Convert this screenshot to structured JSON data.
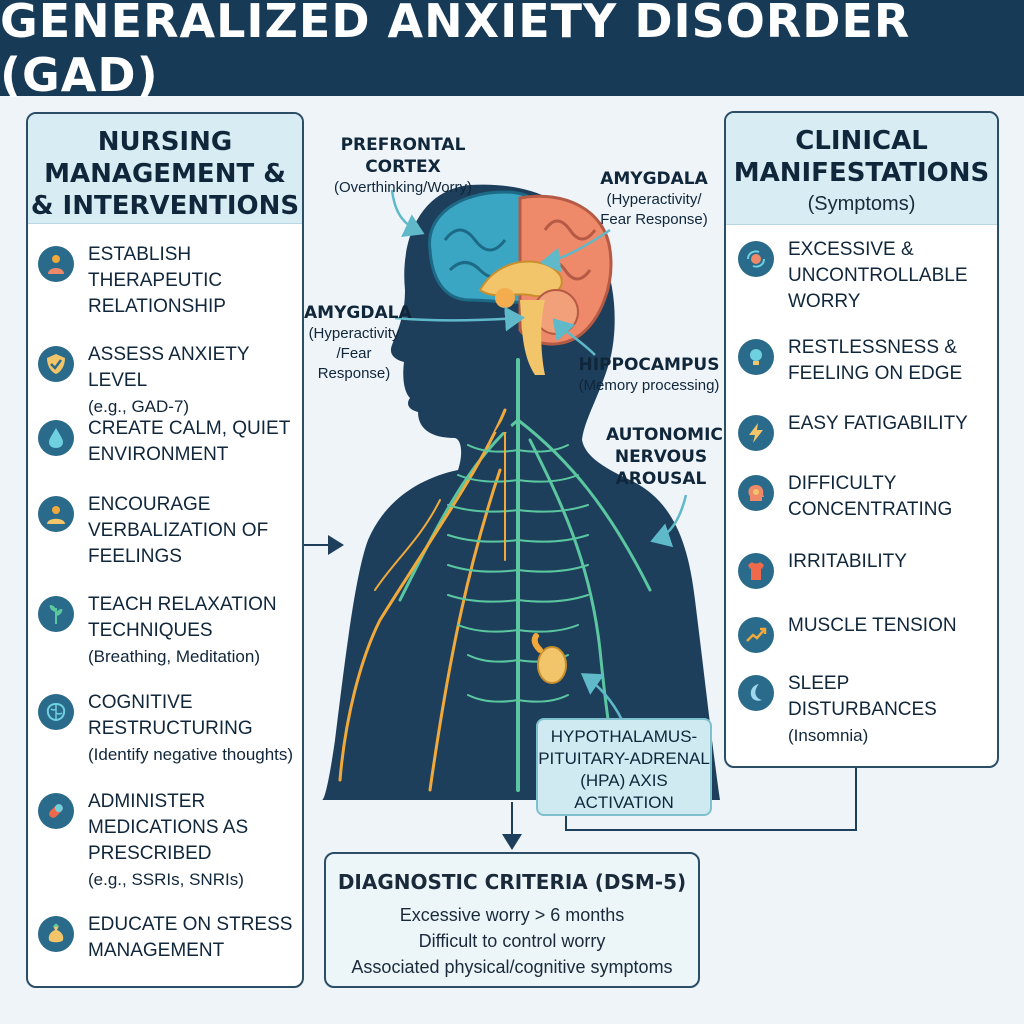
{
  "title": "GENERALIZED ANXIETY DISORDER (GAD)",
  "left_panel": {
    "heading_lines": [
      "NURSING",
      "MANAGEMENT &",
      "& INTERVENTIONS"
    ],
    "items": [
      {
        "icon": "person-icon",
        "lines": [
          "ESTABLISH",
          "THERAPEUTIC",
          "RELATIONSHIP"
        ],
        "note": ""
      },
      {
        "icon": "shield-check-icon",
        "lines": [
          "ASSESS ANXIETY LEVEL"
        ],
        "note": "(e.g., GAD-7)"
      },
      {
        "icon": "water-drop-icon",
        "lines": [
          "CREATE CALM, QUIET",
          "ENVIRONMENT"
        ],
        "note": ""
      },
      {
        "icon": "speech-person-icon",
        "lines": [
          "ENCOURAGE",
          "VERBALIZATION OF",
          "FEELINGS"
        ],
        "note": ""
      },
      {
        "icon": "leaf-icon",
        "lines": [
          "TEACH RELAXATION",
          "TECHNIQUES"
        ],
        "note": "(Breathing, Meditation)"
      },
      {
        "icon": "brain-icon",
        "lines": [
          "COGNITIVE",
          "RESTRUCTURING"
        ],
        "note": "(Identify negative thoughts)"
      },
      {
        "icon": "pill-icon",
        "lines": [
          "ADMINISTER",
          "MEDICATIONS AS",
          "PRESCRIBED"
        ],
        "note": "(e.g., SSRIs, SNRIs)"
      },
      {
        "icon": "money-bag-icon",
        "lines": [
          "EDUCATE ON STRESS",
          "MANAGEMENT"
        ],
        "note": ""
      }
    ]
  },
  "right_panel": {
    "heading_lines": [
      "CLINICAL",
      "MANIFESTATIONS"
    ],
    "subheading": "(Symptoms)",
    "items": [
      {
        "icon": "worry-swirl-icon",
        "lines": [
          "EXCESSIVE &",
          "UNCONTROLLABLE",
          "WORRY"
        ],
        "note": ""
      },
      {
        "icon": "lightbulb-icon",
        "lines": [
          "RESTLESSNESS &",
          "FEELING ON EDGE"
        ],
        "note": ""
      },
      {
        "icon": "lightning-icon",
        "lines": [
          "EASY FATIGABILITY"
        ],
        "note": ""
      },
      {
        "icon": "head-gear-icon",
        "lines": [
          "DIFFICULTY",
          "CONCENTRATING"
        ],
        "note": ""
      },
      {
        "icon": "shirt-icon",
        "lines": [
          "IRRITABILITY"
        ],
        "note": ""
      },
      {
        "icon": "trend-arrow-icon",
        "lines": [
          "MUSCLE TENSION"
        ],
        "note": ""
      },
      {
        "icon": "moon-icon",
        "lines": [
          "SLEEP",
          "DISTURBANCES"
        ],
        "note": "(Insomnia)"
      }
    ]
  },
  "brain_labels": {
    "prefrontal": {
      "name": "PREFRONTAL CORTEX",
      "desc": "(Overthinking/Worry)"
    },
    "amygdala_right": {
      "name": "AMYGDALA",
      "desc_lines": [
        "(Hyperactivity/",
        "Fear Response)"
      ]
    },
    "amygdala_left": {
      "name": "AMYGDALA",
      "desc_lines": [
        "(Hyperactivity",
        "/Fear",
        "Response)"
      ]
    },
    "hippocampus": {
      "name": "HIPPOCAMPUS",
      "desc": "(Memory processing)"
    },
    "autonomic": {
      "name_lines": [
        "AUTONOMIC",
        "NERVOUS",
        "AROUSAL"
      ]
    }
  },
  "hpa_box": {
    "lines": [
      "HYPOTHALAMUS-",
      "PITUITARY-ADRENAL",
      "(HPA) AXIS",
      "ACTIVATION"
    ]
  },
  "diagnostic": {
    "heading": "DIAGNOSTIC CRITERIA (DSM-5)",
    "lines": [
      "Excessive worry > 6 months",
      "Difficult to control worry",
      "Associated physical/cognitive symptoms"
    ]
  },
  "colors": {
    "navy": "#173a57",
    "body": "#1d3f5c",
    "nerve_green": "#5bc7a0",
    "nerve_orange": "#f0a93a",
    "brain_blue": "#3aa6c4",
    "brain_coral": "#ee8a6a"
  }
}
